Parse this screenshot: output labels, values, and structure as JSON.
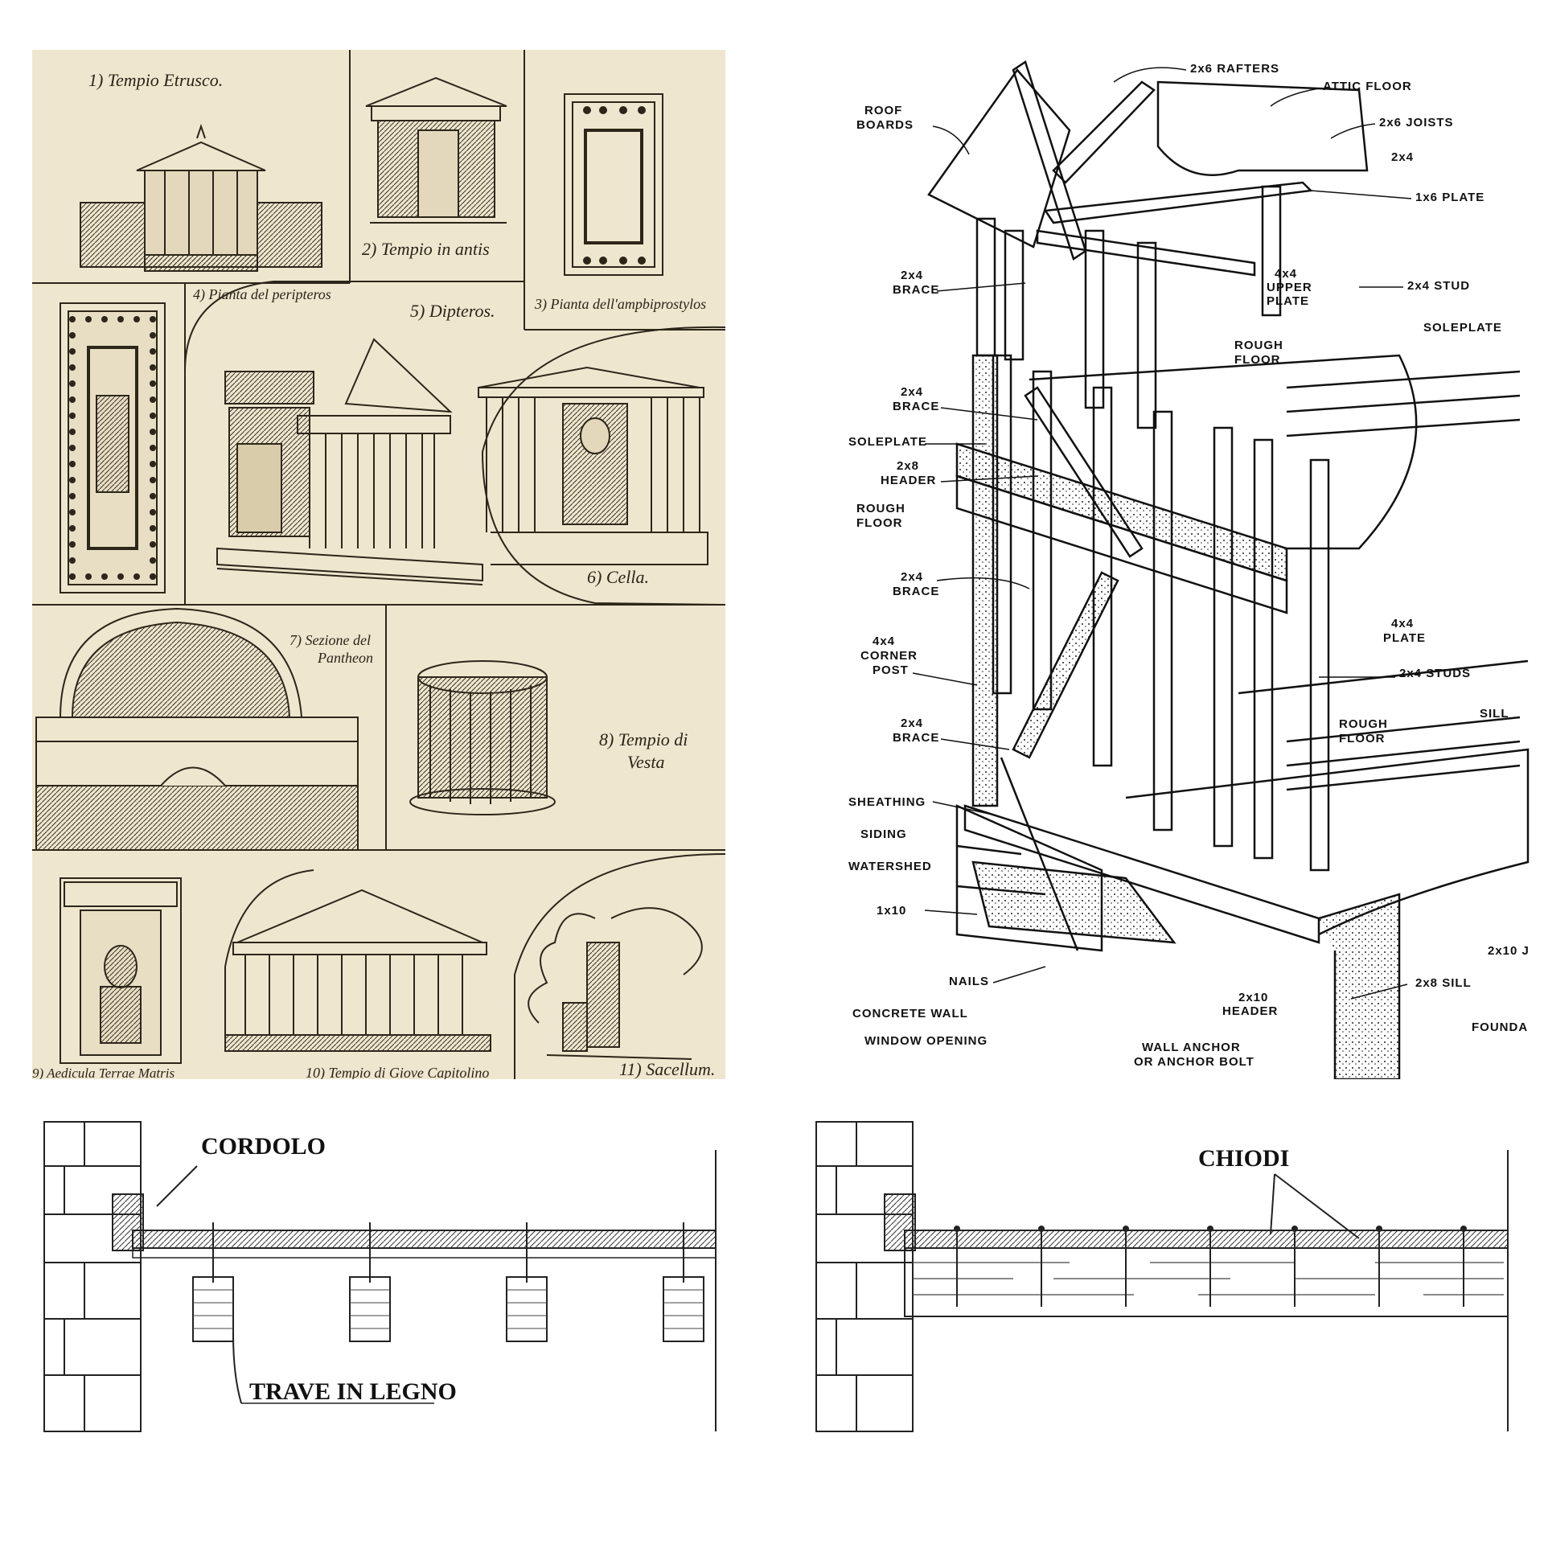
{
  "temples": {
    "captions": {
      "c1": "1) Tempio Etrusco.",
      "c2": "2) Tempio in antis",
      "c3": "3) Pianta dell'ampbiprostylos",
      "c4": "4) Pianta del peripteros",
      "c5": "5) Dipteros.",
      "c6": "6) Cella.",
      "c7a": "7) Sezione del",
      "c7b": "Pantheon",
      "c8a": "8) Tempio di",
      "c8b": "Vesta",
      "c9": "9) Aedicula Terrae Matris",
      "c10": "10) Tempio di Giove Capitolino",
      "c11": "11) Sacellum."
    }
  },
  "framing": {
    "labels": {
      "rafters": "2x6 RAFTERS",
      "attic_floor": "ATTIC FLOOR",
      "joists": "2x6 JOISTS",
      "roof_boards_1": "ROOF",
      "roof_boards_2": "BOARDS",
      "two_by_four": "2x4",
      "plate_1x6": "1x6 PLATE",
      "brace_a1": "2x4",
      "brace_a2": "BRACE",
      "upper_plate_1": "4x4",
      "upper_plate_2": "UPPER",
      "upper_plate_3": "PLATE",
      "stud_2x4": "2x4 STUD",
      "soleplate_right": "SOLEPLATE",
      "rough_floor_top_1": "ROUGH",
      "rough_floor_top_2": "FLOOR",
      "brace_b1": "2x4",
      "brace_b2": "BRACE",
      "soleplate_left": "SOLEPLATE",
      "header_1": "2x8",
      "header_2": "HEADER",
      "rough_floor_mid_1": "ROUGH",
      "rough_floor_mid_2": "FLOOR",
      "brace_c1": "2x4",
      "brace_c2": "BRACE",
      "plate_4x4_1": "4x4",
      "plate_4x4_2": "PLATE",
      "corner_post_1": "4x4",
      "corner_post_2": "CORNER",
      "corner_post_3": "POST",
      "studs": "2x4 STUDS",
      "rough_floor_low_1": "ROUGH",
      "rough_floor_low_2": "FLOOR",
      "sill": "SILL",
      "brace_d1": "2x4",
      "brace_d2": "BRACE",
      "sheathing": "SHEATHING",
      "siding": "SIDING",
      "watershed": "WATERSHED",
      "one_by_ten": "1x10",
      "two_by_ten": "2x10 J",
      "nails": "NAILS",
      "sill_2x8": "2x8 SILL",
      "header_2x10_1": "2x10",
      "header_2x10_2": "HEADER",
      "concrete_wall": "CONCRETE WALL",
      "foundation": "FOUNDA",
      "window_opening": "WINDOW OPENING",
      "anchor_1": "WALL ANCHOR",
      "anchor_2": "OR ANCHOR BOLT"
    }
  },
  "sections": {
    "left": {
      "cordolo": "CORDOLO",
      "trave": "TRAVE IN LEGNO"
    },
    "right": {
      "chiodi": "CHIODI"
    }
  }
}
